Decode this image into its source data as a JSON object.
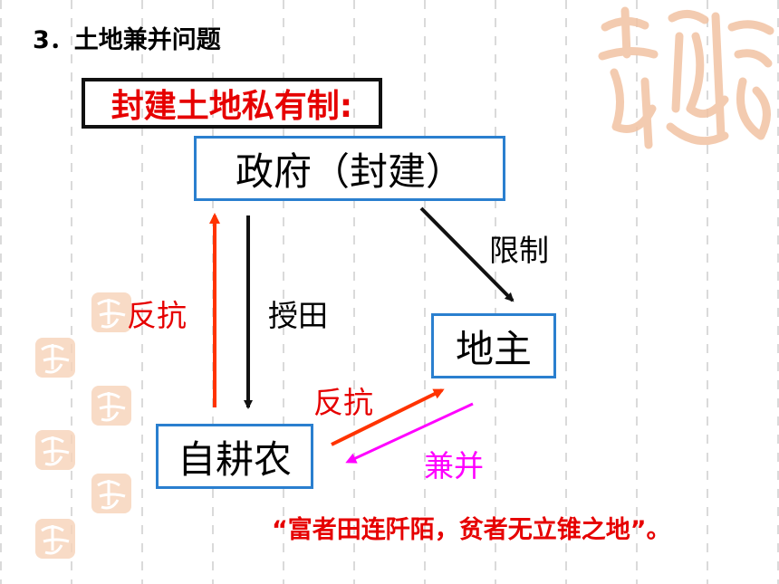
{
  "heading": "3．土地兼并问题",
  "system_title": "封建土地私有制:",
  "nodes": {
    "government": "政府（封建）",
    "landlord": "地主",
    "farmer": "自耕农"
  },
  "edges": {
    "gov_to_landlord": "限制",
    "gov_to_farmer": "授田",
    "farmer_to_gov": "反抗",
    "farmer_to_landlord": "反抗",
    "landlord_to_farmer": "兼并"
  },
  "quote": "“富者田连阡陌，贫者无立锥之地”。",
  "decor": {
    "seal_icon": "auspicious-seal-icon"
  },
  "colors": {
    "red": "#e60000",
    "orange_red": "#ff3300",
    "magenta": "#ff00ff",
    "blue": "#2a7fcf",
    "seal": "#f2b893"
  }
}
